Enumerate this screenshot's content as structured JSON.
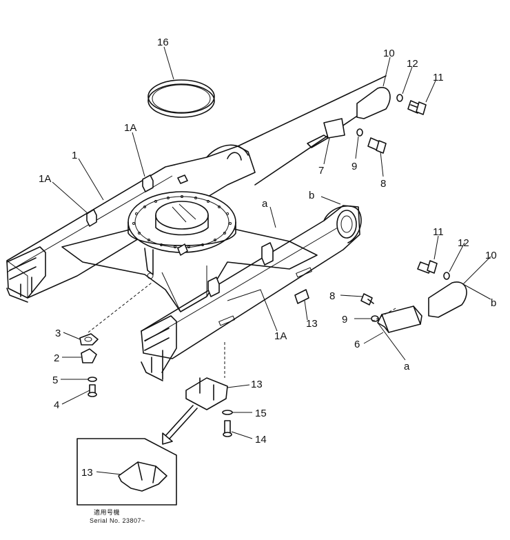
{
  "labels": {
    "p16": "16",
    "p10_top": "10",
    "p12_top": "12",
    "p11_top": "11",
    "p1A_top": "1A",
    "p1": "1",
    "p1A_left": "1A",
    "p7": "7",
    "p9_top": "9",
    "p8_top": "8",
    "p_b_top": "b",
    "p_a_top": "a",
    "p11_right": "11",
    "p12_right": "12",
    "p10_right": "10",
    "p_b_right": "b",
    "p8_right": "8",
    "p9_right": "9",
    "p6": "6",
    "p_a_right": "a",
    "p13_mid": "13",
    "p1A_bottom": "1A",
    "p3": "3",
    "p2": "2",
    "p5": "5",
    "p4": "4",
    "p13_low": "13",
    "p15": "15",
    "p14": "14",
    "p13_inset": "13"
  },
  "inset": {
    "applicability": "適用号機",
    "serial": "Serial No. 23807~"
  }
}
